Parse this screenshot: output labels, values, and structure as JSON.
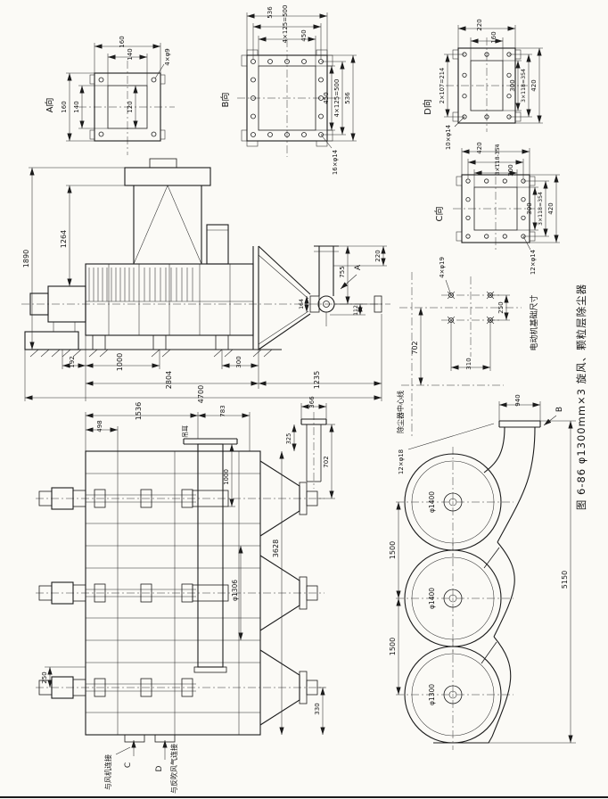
{
  "caption": {
    "figure_title": "图 6-86  φ1300mm×3 旋风、颗粒层除尘器"
  },
  "view_a": {
    "label": "A向",
    "dim_top_outer": "160",
    "dim_top_inner": "140",
    "dim_left_outer": "160",
    "dim_left_inner": "140",
    "dim_inner": "120",
    "holes": "4×φ9"
  },
  "view_b": {
    "label": "B向",
    "dim_top_outer": "536",
    "dim_top_bolts": "4×125=500",
    "dim_top_inner": "450",
    "dim_right_inner": "450",
    "dim_right_bolts": "4×125=500",
    "dim_right_outer": "536",
    "holes": "16×φ14"
  },
  "view_d": {
    "label": "D向",
    "dim_top_outer": "220",
    "dim_top_inner": "160",
    "dim_left_bolts": "2×107=214",
    "dim_right_inner": "300",
    "dim_right_bolts": "3×118=354",
    "dim_right_outer": "420",
    "holes": "10×φ14"
  },
  "view_c": {
    "label": "C向",
    "dim_top_outer": "420",
    "dim_top_bolts": "3×118-354",
    "dim_top_inner": "300",
    "dim_right_inner": "300",
    "dim_right_bolts": "3×118=354",
    "dim_right_outer": "420",
    "holes": "12×φ14"
  },
  "side_view": {
    "view_arrow": "A",
    "dim_overall_height": "1890",
    "dim_1264": "1264",
    "dim_192": "192",
    "dim_1000": "1000",
    "dim_300": "300",
    "dim_2804": "2804",
    "dim_1235": "1235",
    "dim_overall_length": "4700",
    "dim_755": "755",
    "dim_112": "112",
    "dim_164": "164",
    "dim_220": "220"
  },
  "foundation": {
    "caption": "电动机基础尺寸",
    "centerline_label": "除尘器中心线",
    "holes": "4×φ19",
    "dim_702": "702",
    "dim_310": "310",
    "dim_250": "250"
  },
  "front_view": {
    "dim_1536": "1536",
    "dim_498": "498",
    "dim_783": "783",
    "dim_366": "366",
    "dim_325": "325",
    "dim_702": "702",
    "dim_1000": "1000",
    "dim_3628": "3628",
    "dim_diameter": "φ1306",
    "dim_330": "330",
    "dim_250": "250",
    "view_arrow_c": "C",
    "view_arrow_d": "D",
    "note_fan": "与风机连接",
    "note_backblow": "与反吹风气连接",
    "note_lug": "吊耳"
  },
  "plan_view": {
    "view_arrow": "B",
    "dim_940": "940",
    "holes": "12×φ18",
    "circle_1": "φ1400",
    "circle_2": "φ1400",
    "circle_3": "φ1300",
    "dim_pitch_1": "1500",
    "dim_pitch_2": "1500",
    "dim_overall": "5150"
  }
}
